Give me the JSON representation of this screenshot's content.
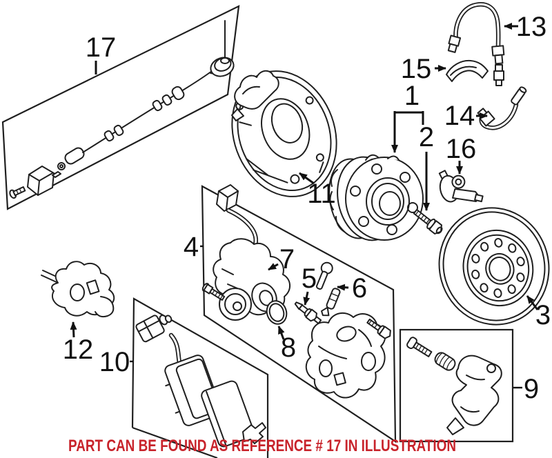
{
  "colors": {
    "background": "#ffffff",
    "line": "#1f1f1f",
    "note": "#c8232b"
  },
  "note": {
    "text": "PART CAN BE FOUND AS REFERENCE # 17 IN ILLUSTRATION",
    "referenced_callout": "17"
  },
  "diagram": {
    "type": "exploded-parts-diagram",
    "callouts": [
      "1",
      "2",
      "3",
      "4",
      "5",
      "6",
      "7",
      "8",
      "9",
      "10",
      "11",
      "12",
      "13",
      "14",
      "15",
      "16",
      "17"
    ]
  }
}
